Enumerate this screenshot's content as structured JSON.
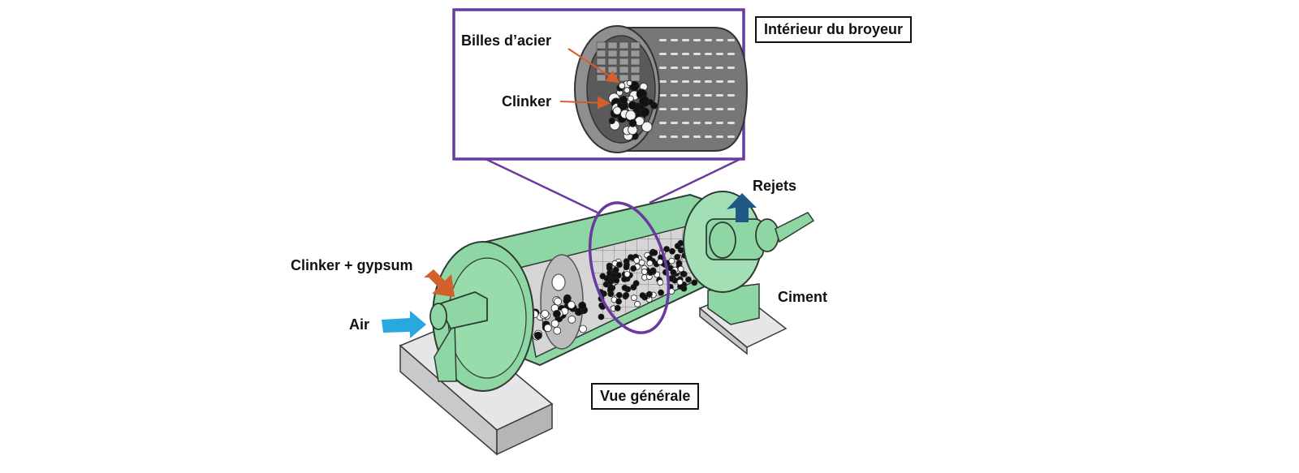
{
  "labels": {
    "billes": "Billes d’acier",
    "clinker_zoom": "Clinker",
    "interieur": "Intérieur du broyeur",
    "rejets": "Rejets",
    "clinker_gypsum": "Clinker + gypsum",
    "air": "Air",
    "ciment": "Ciment",
    "vue_generale": "Vue générale"
  },
  "colors": {
    "mill_green": "#8ed6a4",
    "mill_outline": "#2d3b33",
    "zoom_frame": "#6a3aa0",
    "inner_gray": "#7d7d7d",
    "base_gray": "#d8d8d8",
    "arrow_orange": "#d35f2a",
    "arrow_air": "#29a8e0",
    "arrow_rejets": "#1f5a86"
  },
  "icons": {
    "feed_arrow": "arrow-down-right-icon",
    "air_arrow": "arrow-right-icon",
    "rejets_arrow": "arrow-up-icon"
  }
}
